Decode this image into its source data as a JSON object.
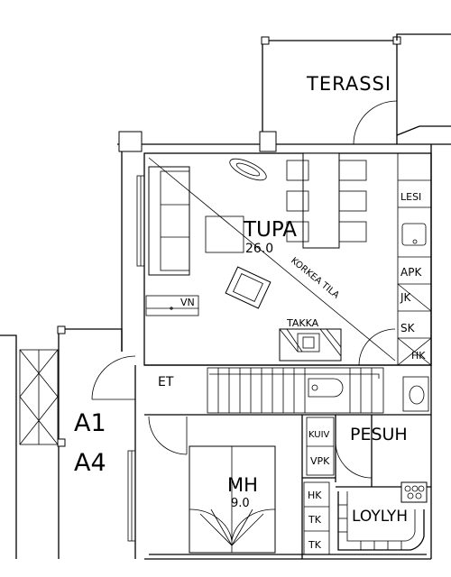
{
  "rooms": {
    "terrace": "TERASSI",
    "living": "TUPA",
    "living_area": "26.0",
    "bedroom": "MH",
    "bedroom_area": "9.0",
    "bathroom": "PESUH",
    "loft": "LOYLYH",
    "entry": "ET",
    "apartment_line1": "A1",
    "apartment_line2": "A4"
  },
  "labels": {
    "high_ceiling": "KORKEA TILA",
    "fireplace": "TAKKA",
    "vn": "VN",
    "lesi": "LESI",
    "apk": "APK",
    "jk": "JK",
    "sk": "SK",
    "hk_kitchen": "HK",
    "kuiv": "KUIV",
    "vpk": "VPK",
    "hk_bedroom": "HK",
    "tk1": "TK",
    "tk2": "TK"
  },
  "colors": {
    "line": "#000000",
    "background": "#ffffff"
  }
}
